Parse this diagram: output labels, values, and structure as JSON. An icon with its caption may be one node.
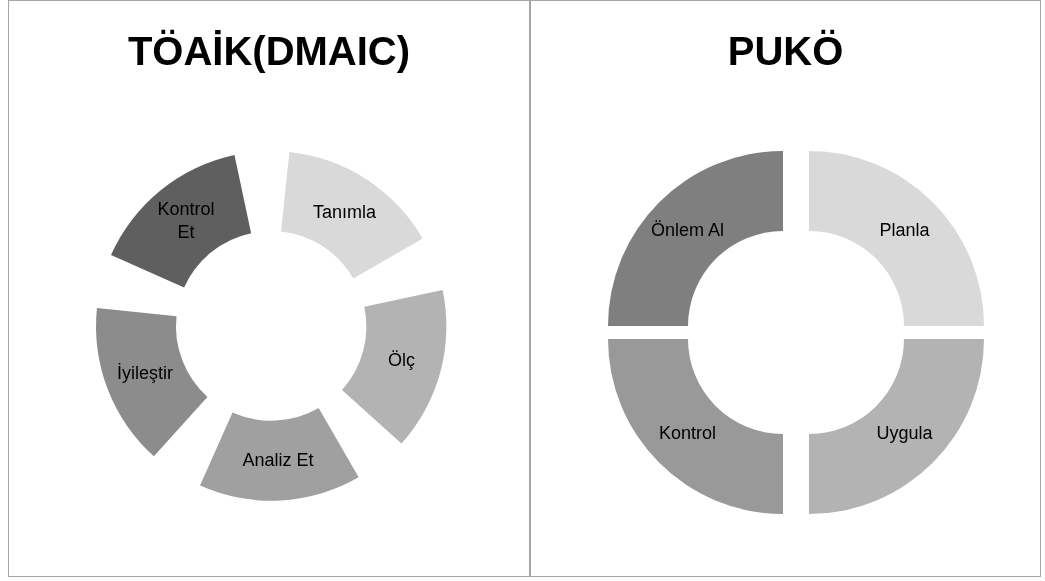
{
  "diagram": {
    "nodes": [
      {
        "text": [
          "TÖAİK(DMAIC)"
        ]
      },
      {
        "text": [
          "Tanımla"
        ],
        "in": 0
      },
      {
        "text": [
          "Ölç"
        ],
        "in": 0
      },
      {
        "text": [
          "Analiz Et"
        ],
        "in": 0
      },
      {
        "text": [
          "İyileştir"
        ],
        "in": 0
      },
      {
        "text": [
          "Kontrol Et"
        ],
        "in": 0
      },
      {
        "text": [
          "PUKÖ"
        ]
      },
      {
        "text": [
          "Planla"
        ],
        "in": 6
      },
      {
        "text": [
          "Uygula"
        ],
        "in": 6
      },
      {
        "text": [
          "Kontrol"
        ],
        "in": 6
      },
      {
        "text": [
          "Önlem Al"
        ],
        "in": 6
      }
    ]
  }
}
